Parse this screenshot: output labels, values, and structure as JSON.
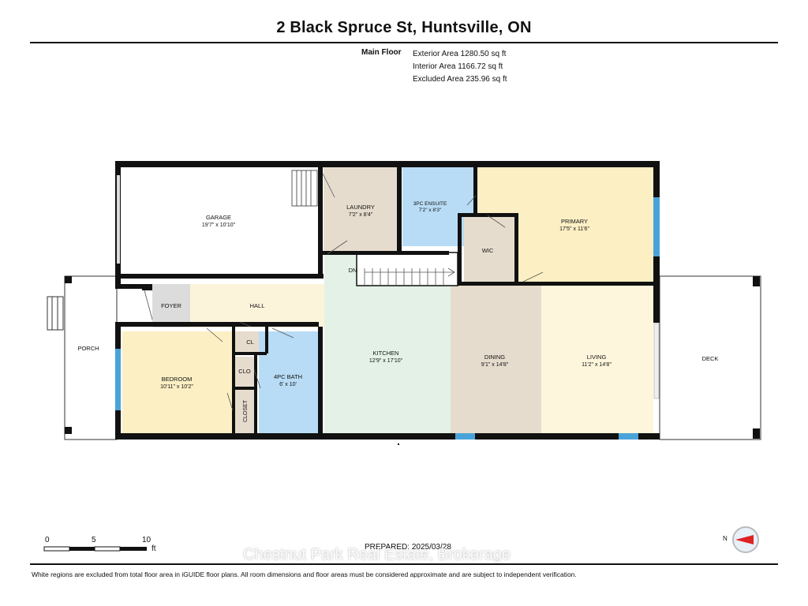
{
  "title": "2 Black Spruce St, Huntsville, ON",
  "floor": {
    "label": "Main Floor",
    "exterior_area": "Exterior Area 1280.50 sq ft",
    "interior_area": "Interior Area 1166.72 sq ft",
    "excluded_area": "Excluded Area 235.96 sq ft"
  },
  "rooms": {
    "garage": {
      "name": "GARAGE",
      "dims": "19'7\" x 10'10\""
    },
    "laundry": {
      "name": "LAUNDRY",
      "dims": "7'2\" x 8'4\""
    },
    "ensuite": {
      "name": "3PC ENSUITE",
      "dims": "7'2\" x 8'3\""
    },
    "primary": {
      "name": "PRIMARY",
      "dims": "17'5\" x 11'6\""
    },
    "wic": {
      "name": "WIC"
    },
    "dn": {
      "name": "DN"
    },
    "foyer": {
      "name": "FOYER"
    },
    "hall": {
      "name": "HALL"
    },
    "porch": {
      "name": "PORCH"
    },
    "kitchen": {
      "name": "KITCHEN",
      "dims": "12'9\" x 17'10\""
    },
    "dining": {
      "name": "DINING",
      "dims": "9'1\" x 14'8\""
    },
    "living": {
      "name": "LIVING",
      "dims": "11'2\" x 14'8\""
    },
    "deck": {
      "name": "DECK"
    },
    "cl": {
      "name": "CL"
    },
    "clo": {
      "name": "CLO"
    },
    "bath": {
      "name": "4PC BATH",
      "dims": "6' x 10'"
    },
    "bedroom": {
      "name": "BEDROOM",
      "dims": "10'11\" x 10'2\""
    },
    "closet": {
      "name": "CLOSET"
    }
  },
  "colors": {
    "wall": "#111111",
    "garage": "#ffffff",
    "laundry": "#e6dccd",
    "ensuite": "#b8dcf5",
    "primary": "#fcefc4",
    "wic": "#e6dccd",
    "foyer": "#dcdcdc",
    "hall": "#fcf4da",
    "kitchen": "#e3f1e6",
    "dining": "#e6dccd",
    "living": "#fdf6dc",
    "closets": "#e6dccd",
    "bath": "#b8dcf5",
    "bedroom": "#fcefc4",
    "window": "#4aa3d8"
  },
  "scale": {
    "ticks": [
      "0",
      "5",
      "10"
    ],
    "unit": "ft"
  },
  "prepared": "PREPARED: 2025/03/28",
  "watermark": "Chestnut Park Real Estate, Brokerage",
  "footer": "White regions are excluded from total floor area in iGUIDE floor plans. All room dimensions and floor areas must be considered approximate and are subject to independent verification.",
  "compass": {
    "label": "N",
    "icon": "compass-icon"
  }
}
